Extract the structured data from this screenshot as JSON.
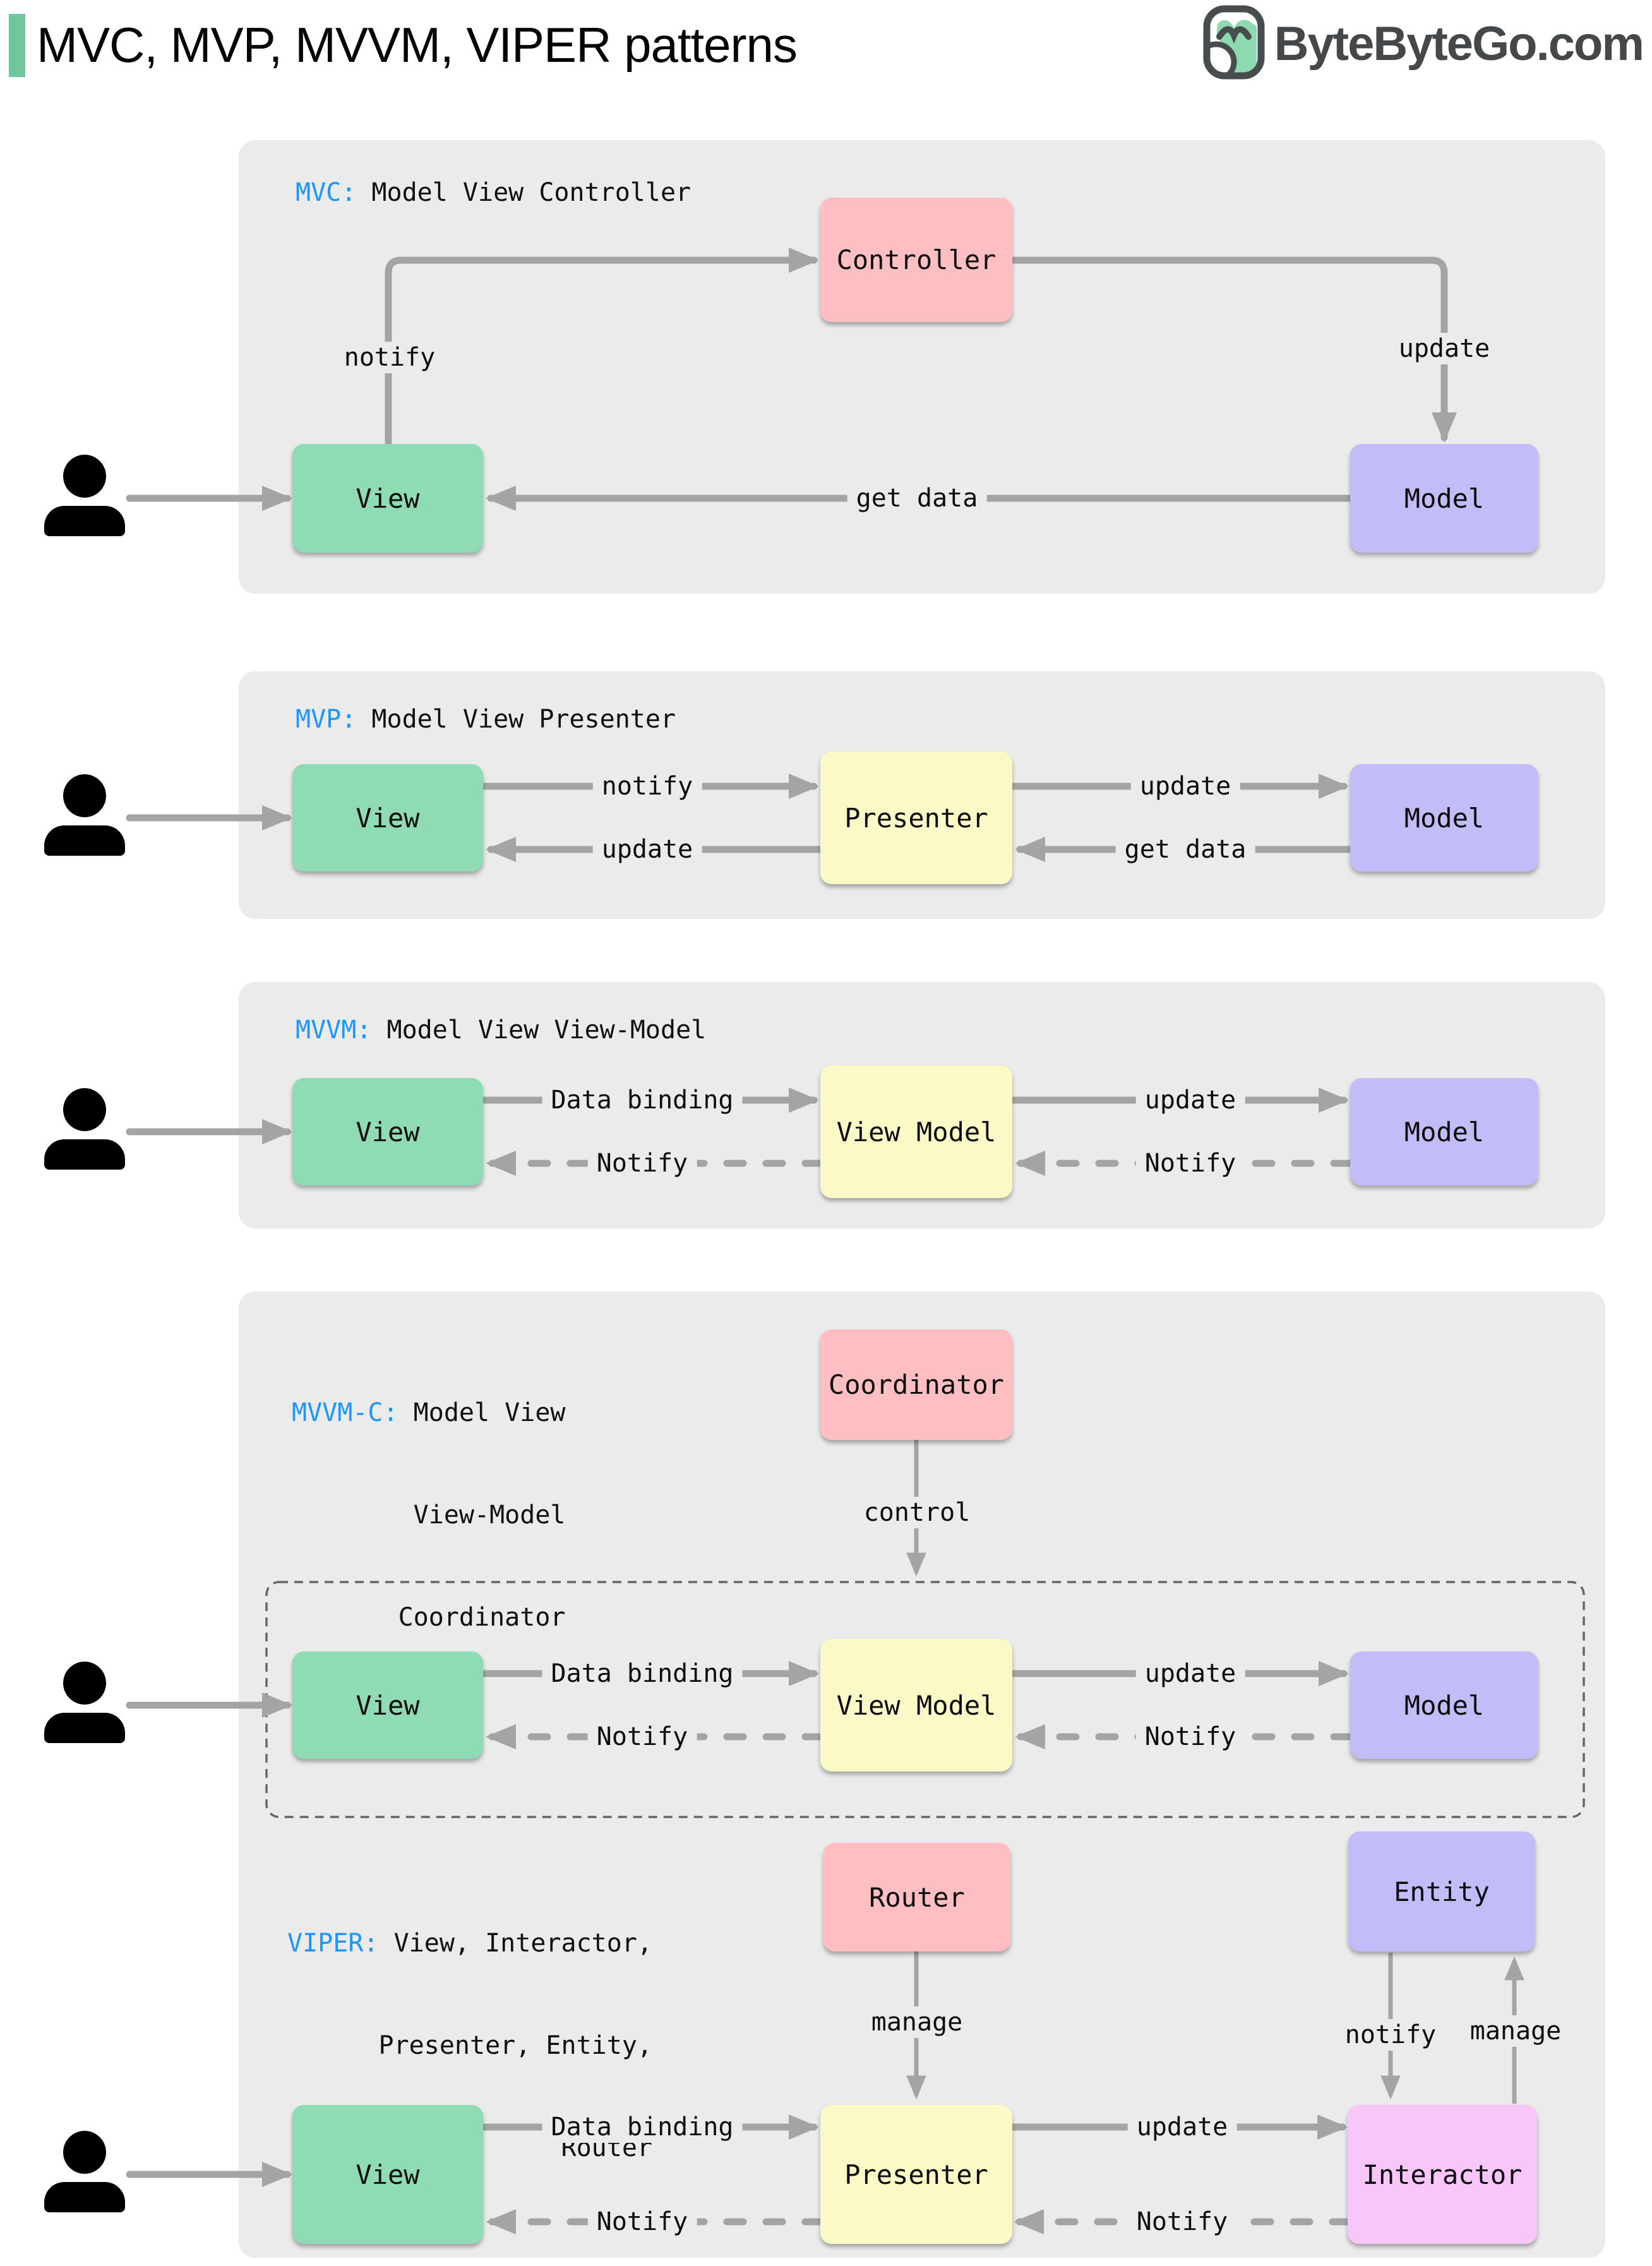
{
  "header": {
    "title": "MVC, MVP, MVVM, VIPER patterns",
    "brand": "ByteByteGo.com"
  },
  "colors": {
    "accent_green": "#70c79d",
    "caption_blue": "#1e96ff",
    "panel_gray": "#ebebeb",
    "node_green": "#8edbb4",
    "node_pink": "#ffbfc2",
    "node_purple": "#c2bdf9",
    "node_yellow": "#fbf9c5",
    "node_magenta": "#f9c6f9",
    "arrow_gray": "#a4a4a4"
  },
  "mvc": {
    "abbr": "MVC:",
    "caption": " Model View Controller",
    "nodes": {
      "controller": "Controller",
      "view": "View",
      "model": "Model"
    },
    "labels": {
      "notify": "notify",
      "update": "update",
      "get_data": "get data"
    }
  },
  "mvp": {
    "abbr": "MVP:",
    "caption": " Model View Presenter",
    "nodes": {
      "view": "View",
      "presenter": "Presenter",
      "model": "Model"
    },
    "labels": {
      "notify": "notify",
      "update_top": "update",
      "update_bottom": "update",
      "get_data": "get data"
    }
  },
  "mvvm": {
    "abbr": "MVVM:",
    "caption": " Model View View-Model",
    "nodes": {
      "view": "View",
      "view_model": "View Model",
      "model": "Model"
    },
    "labels": {
      "data_binding": "Data binding",
      "update": "update",
      "notify_left": "Notify",
      "notify_right": "Notify"
    }
  },
  "mvvmc": {
    "abbr": "MVVM-C:",
    "caption_line1": " Model View",
    "caption_line2": "View-Model",
    "caption_line3": "Coordinator",
    "nodes": {
      "coordinator": "Coordinator",
      "view": "View",
      "view_model": "View Model",
      "model": "Model"
    },
    "labels": {
      "control": "control",
      "data_binding": "Data binding",
      "update": "update",
      "notify_left": "Notify",
      "notify_right": "Notify"
    }
  },
  "viper": {
    "abbr": "VIPER:",
    "caption_line1": " View, Interactor,",
    "caption_line2": "Presenter, Entity,",
    "caption_line3": "Router",
    "nodes": {
      "router": "Router",
      "entity": "Entity",
      "view": "View",
      "presenter": "Presenter",
      "interactor": "Interactor"
    },
    "labels": {
      "manage_router": "manage",
      "notify_entity": "notify",
      "manage_entity": "manage",
      "data_binding": "Data binding",
      "update": "update",
      "notify_left": "Notify",
      "notify_right": "Notify"
    }
  }
}
